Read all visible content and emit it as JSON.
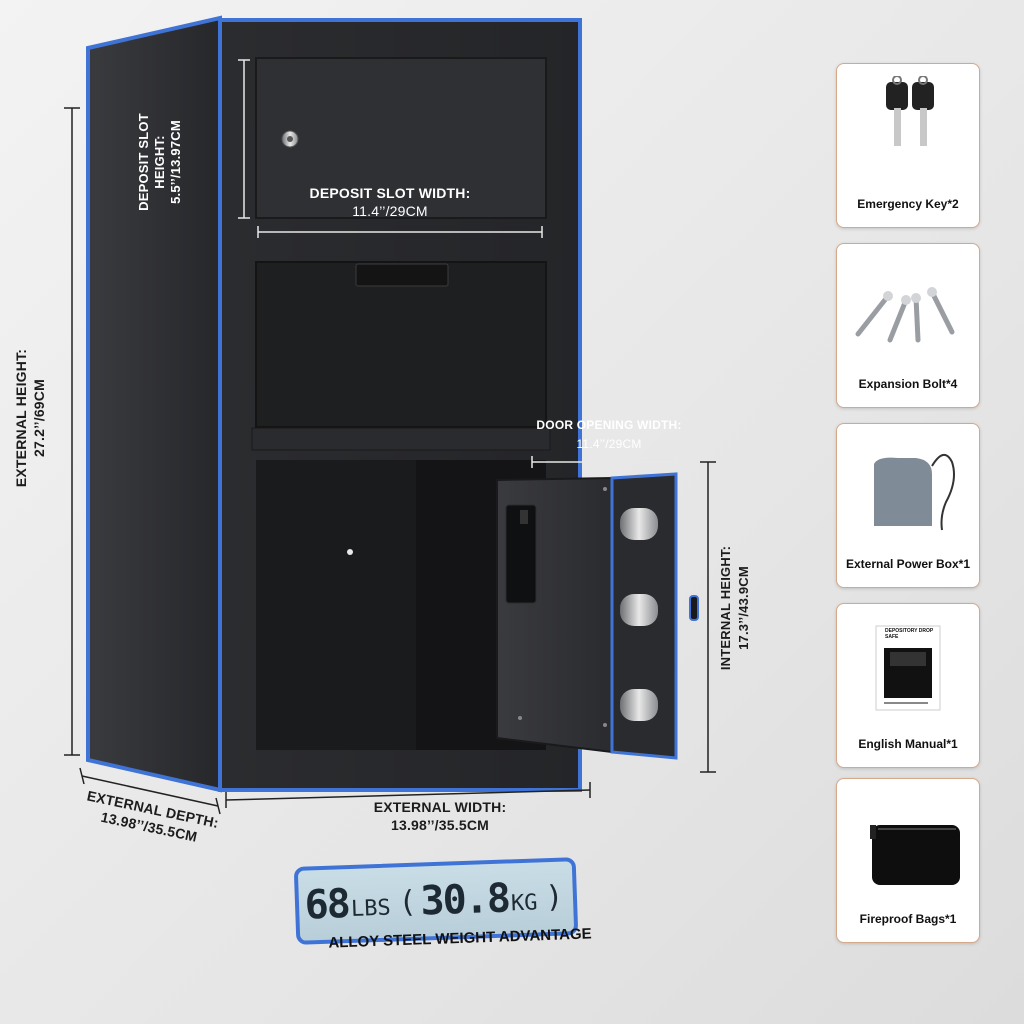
{
  "dimensions": {
    "deposit_slot_height_label": "DEPOSIT SLOT",
    "deposit_slot_height_sub": "HEIGHT:",
    "deposit_slot_height_value": "5.5’’/13.97CM",
    "deposit_slot_width_label": "DEPOSIT SLOT WIDTH:",
    "deposit_slot_width_value": "11.4’’/29CM",
    "external_height_label": "EXTERNAL HEIGHT:",
    "external_height_value": "27.2’’/69CM",
    "door_opening_width_label": "DOOR OPENING WIDTH:",
    "door_opening_width_value": "11.4’’/29CM",
    "internal_height_label": "INTERNAL HEIGHT:",
    "internal_height_value": "17.3’’/43.9CM",
    "external_depth_label": "EXTERNAL DEPTH:",
    "external_depth_value": "13.98’’/35.5CM",
    "external_width_label": "EXTERNAL WIDTH:",
    "external_width_value": "13.98’’/35.5CM"
  },
  "weight": {
    "lbs_value": "68",
    "lbs_unit": "LBS",
    "kg_value": "30.8",
    "kg_unit": "KG",
    "tagline": "ALLOY STEEL WEIGHT ADVANTAGE"
  },
  "accessories": [
    {
      "label": "Emergency Key*2",
      "icon": "key-icon"
    },
    {
      "label": "Expansion Bolt*4",
      "icon": "bolt-icon"
    },
    {
      "label": "External Power Box*1",
      "icon": "power-box-icon"
    },
    {
      "label": "English Manual*1",
      "icon": "manual-icon"
    },
    {
      "label": "Fireproof Bags*1",
      "icon": "bag-icon"
    }
  ],
  "manual_cover_title": "DEPOSITORY DROP SAFE",
  "colors": {
    "accent_blue": "#3f74d6",
    "card_border": "#d6a88a",
    "safe_body": "#2a2b2d"
  }
}
